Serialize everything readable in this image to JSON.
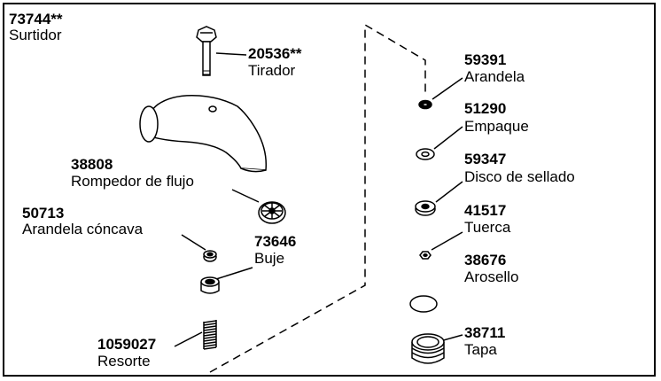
{
  "parts": [
    {
      "id": "surtidor",
      "number": "73744**",
      "name": "Surtidor"
    },
    {
      "id": "tirador",
      "number": "20536**",
      "name": "Tirador"
    },
    {
      "id": "rompedor",
      "number": "38808",
      "name": "Rompedor de flujo"
    },
    {
      "id": "arandela-concava",
      "number": "50713",
      "name": "Arandela cóncava"
    },
    {
      "id": "buje",
      "number": "73646",
      "name": "Buje"
    },
    {
      "id": "resorte",
      "number": "1059027",
      "name": "Resorte"
    },
    {
      "id": "arandela",
      "number": "59391",
      "name": "Arandela"
    },
    {
      "id": "empaque",
      "number": "51290",
      "name": "Empaque"
    },
    {
      "id": "disco",
      "number": "59347",
      "name": "Disco de sellado"
    },
    {
      "id": "tuerca",
      "number": "41517",
      "name": "Tuerca"
    },
    {
      "id": "arosello",
      "number": "38676",
      "name": "Arosello"
    },
    {
      "id": "tapa",
      "number": "38711",
      "name": "Tapa"
    }
  ]
}
